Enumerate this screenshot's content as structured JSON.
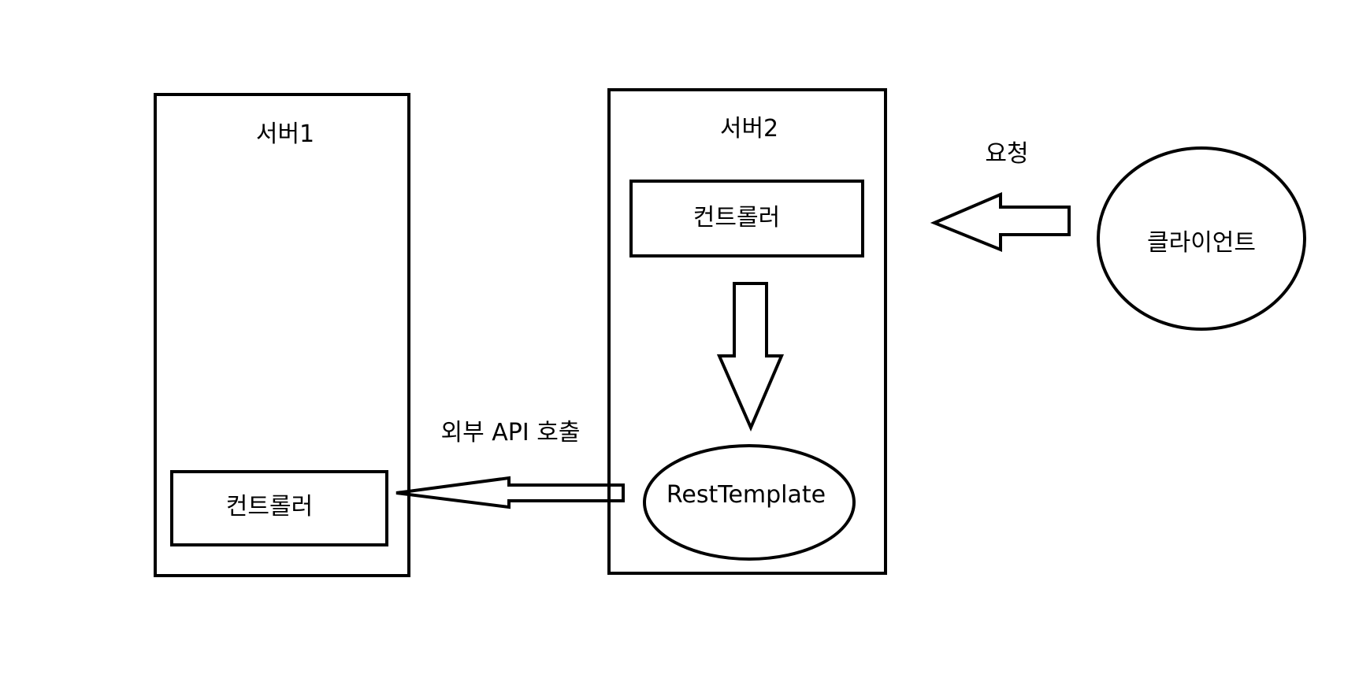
{
  "server1": {
    "title": "서버1",
    "controller": "컨트롤러"
  },
  "server2": {
    "title": "서버2",
    "controller": "컨트롤러",
    "rest_template": "RestTemplate"
  },
  "client": {
    "label": "클라이언트"
  },
  "edges": {
    "request_label": "요청",
    "external_api_label": "외부 API 호출"
  },
  "colors": {
    "stroke": "#000000",
    "background": "#ffffff"
  }
}
